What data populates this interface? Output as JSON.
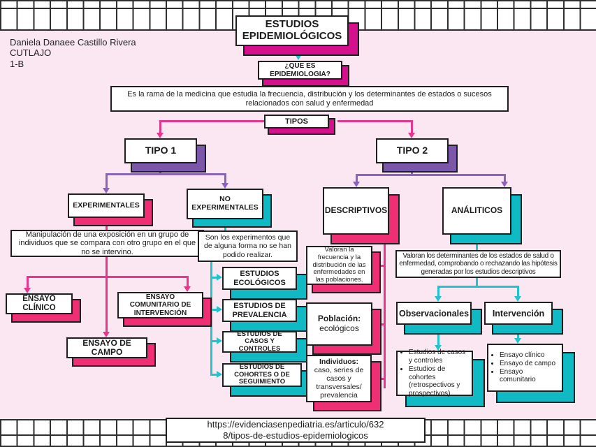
{
  "colors": {
    "bg": "#fbe7f2",
    "magenta": "#d6108c",
    "pink": "#ee2f74",
    "purple": "#7a57a8",
    "teal": "#10bac5",
    "pink_line": "#e8368f",
    "purple_line": "#8a63bb",
    "teal_line": "#22c3cd"
  },
  "author": {
    "name": "Daniela Danaee Castillo Rivera",
    "school": "CUTLAJO",
    "group": "1-B"
  },
  "footer": {
    "url_line1": "https://evidenciasenpediatria.es/articulo/632",
    "url_line2": "8/tipos-de-estudios-epidemiologicos"
  },
  "nodes": {
    "title": "ESTUDIOS EPIDEMIOLÓGICOS",
    "question": "¿QUE ES EPIDEMIOLOGIA?",
    "definition": "Es la rama de la medicina que estudia la frecuencia, distribución y los determinantes de estados o sucesos relacionados con salud y enfermedad",
    "tipos": "TIPOS",
    "tipo1": "TIPO 1",
    "tipo2": "TIPO 2",
    "experimentales": "EXPERIMENTALES",
    "no_experimentales": "NO EXPERIMENTALES",
    "experimentales_desc": "Manipulación de una exposición en un grupo de individuos que se compara con otro grupo en el que no se intervino.",
    "no_experimentales_desc": "Son los experimentos que de alguna forma no se han podido realizar.",
    "ensayo_clinico": "ENSAYO CLÍNICO",
    "ensayo_comunitario": "ENSAYO COMUNITARIO DE INTERVENCIÓN",
    "ensayo_de_campo": "ENSAYO DE CAMPO",
    "estudios_ecologicos": "ESTUDIOS ECOLÓGICOS",
    "estudios_de_prevalencia": "ESTUDIOS DE PREVALENCIA",
    "estudios_casos_controles": "ESTUDIOS DE CASOS Y CONTROLES",
    "estudios_cohortes": "ESTUDIOS DE COHORTES O DE SEGUIMIENTO",
    "descriptivos": "DESCRIPTIVOS",
    "analiticos": "ANÁLITICOS",
    "descriptivos_desc": "Valoran la frecuencia y la distribución de las enfermedades en las poblaciones.",
    "poblacion_label": "Población:",
    "poblacion_value": "ecológicos",
    "individuos_label": "Individuos:",
    "individuos_value": "caso, series de casos y transversales/ prevalencia",
    "analiticos_desc": "Valoran los determinantes de los estados de salud o enfermedad, comprobando o rechazando las hipótesis generadas por los estudios descriptivos",
    "observacionales": "Observacionales",
    "intervencion": "Intervención",
    "observacionales_items": [
      "Estudios de casos y controles",
      "Estudios de cohortes (retrospectivos y prospectivos)"
    ],
    "intervencion_items": [
      "Ensayo clínico",
      "Ensayo de campo",
      "Ensayo comunitario"
    ]
  }
}
